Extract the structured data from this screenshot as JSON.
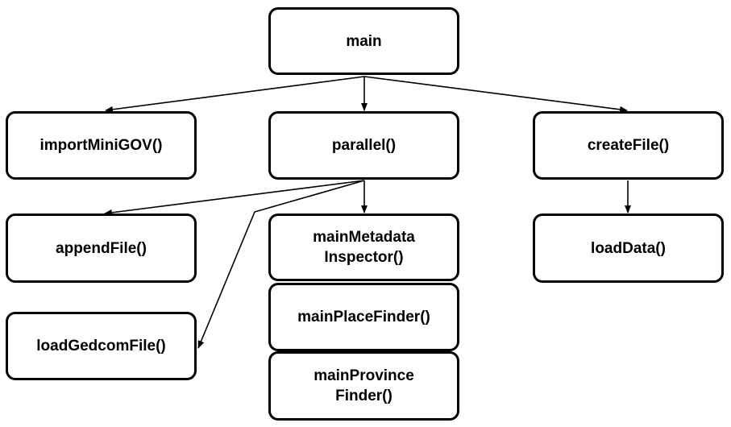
{
  "diagram": {
    "nodes": {
      "main": "main",
      "importMiniGOV": "importMiniGOV()",
      "parallel": "parallel()",
      "createFile": "createFile()",
      "appendFile": "appendFile()",
      "mainMetadataInspector": "mainMetadata\nInspector()",
      "loadData": "loadData()",
      "loadGedcomFile": "loadGedcomFile()",
      "mainPlaceFinder": "mainPlaceFinder()",
      "mainProvinceFinder": "mainProvince\nFinder()"
    },
    "edges": [
      {
        "from": "main",
        "to": "importMiniGOV()"
      },
      {
        "from": "main",
        "to": "parallel()"
      },
      {
        "from": "main",
        "to": "createFile()"
      },
      {
        "from": "parallel()",
        "to": "appendFile()"
      },
      {
        "from": "parallel()",
        "to": "loadGedcomFile()"
      },
      {
        "from": "parallel()",
        "to": "mainMetadata Inspector()"
      },
      {
        "from": "createFile()",
        "to": "loadData()"
      }
    ],
    "colors": {
      "stroke": "#000000",
      "fill": "#ffffff",
      "text": "#000000"
    }
  }
}
